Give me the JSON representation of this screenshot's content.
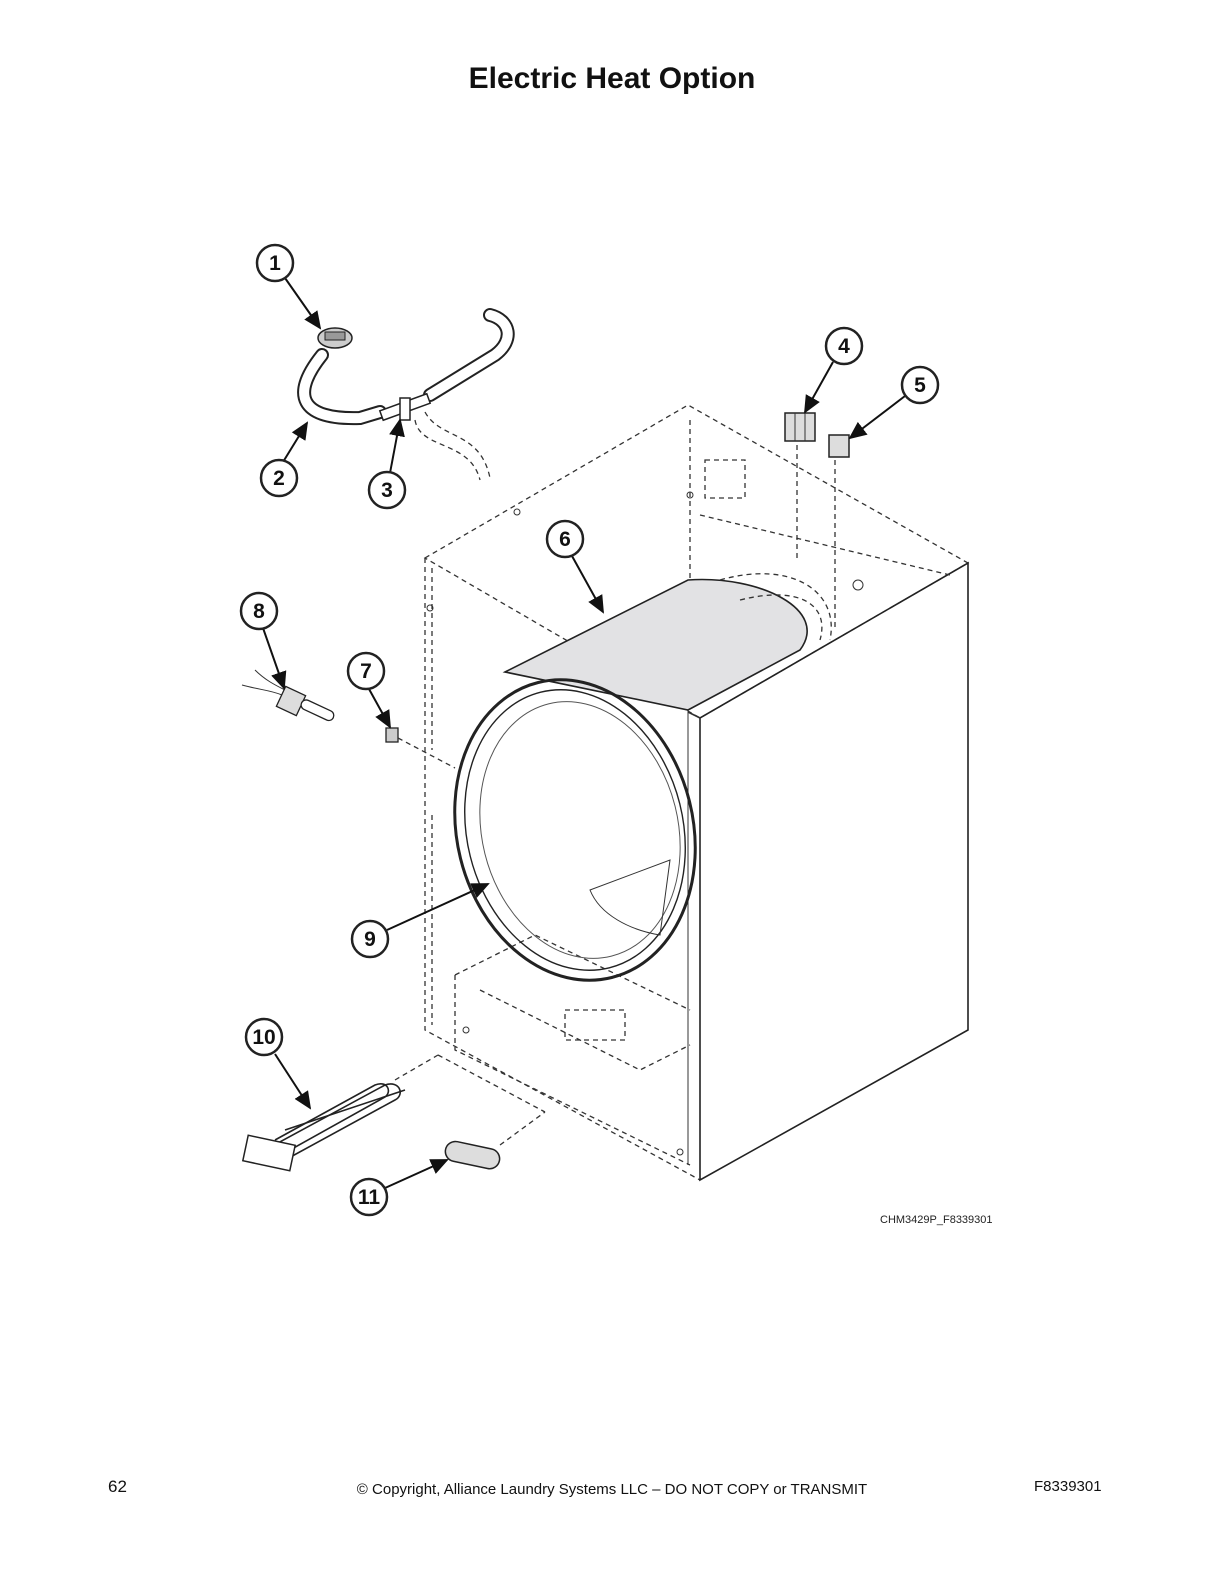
{
  "page": {
    "title": "Electric Heat Option",
    "drawing_id": "CHM3429P_F8339301",
    "page_number": "62",
    "copyright": "© Copyright, Alliance Laundry Systems LLC – DO NOT COPY or TRANSMIT",
    "doc_number": "F8339301"
  },
  "callouts": [
    "1",
    "2",
    "3",
    "4",
    "5",
    "6",
    "7",
    "8",
    "9",
    "10",
    "11"
  ]
}
